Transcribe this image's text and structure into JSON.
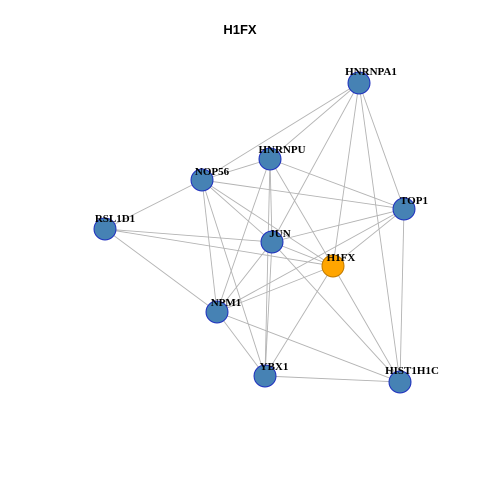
{
  "title": "H1FX",
  "colors": {
    "default_node": "#4682b4",
    "highlight_node": "#ffa500",
    "node_border": "#1f2fbf",
    "edge": "#b3b3b3"
  },
  "nodes": [
    {
      "id": "HNRNPA1",
      "label": "HNRNPA1",
      "highlight": false
    },
    {
      "id": "HNRNPU",
      "label": "HNRNPU",
      "highlight": false
    },
    {
      "id": "NOP56",
      "label": "NOP56",
      "highlight": false
    },
    {
      "id": "TOP1",
      "label": "TOP1",
      "highlight": false
    },
    {
      "id": "RSL1D1",
      "label": "RSL1D1",
      "highlight": false
    },
    {
      "id": "JUN",
      "label": "JUN",
      "highlight": false
    },
    {
      "id": "H1FX",
      "label": "H1FX",
      "highlight": true
    },
    {
      "id": "NPM1",
      "label": "NPM1",
      "highlight": false
    },
    {
      "id": "YBX1",
      "label": "YBX1",
      "highlight": false
    },
    {
      "id": "HIST1H1C",
      "label": "HIST1H1C",
      "highlight": false
    }
  ],
  "edges": [
    [
      "HNRNPA1",
      "HNRNPU"
    ],
    [
      "HNRNPA1",
      "NOP56"
    ],
    [
      "HNRNPA1",
      "TOP1"
    ],
    [
      "HNRNPA1",
      "JUN"
    ],
    [
      "HNRNPA1",
      "H1FX"
    ],
    [
      "HNRNPA1",
      "HIST1H1C"
    ],
    [
      "HNRNPU",
      "NOP56"
    ],
    [
      "HNRNPU",
      "TOP1"
    ],
    [
      "HNRNPU",
      "H1FX"
    ],
    [
      "HNRNPU",
      "NPM1"
    ],
    [
      "HNRNPU",
      "YBX1"
    ],
    [
      "HNRNPU",
      "JUN"
    ],
    [
      "NOP56",
      "RSL1D1"
    ],
    [
      "NOP56",
      "TOP1"
    ],
    [
      "NOP56",
      "JUN"
    ],
    [
      "NOP56",
      "H1FX"
    ],
    [
      "NOP56",
      "NPM1"
    ],
    [
      "NOP56",
      "YBX1"
    ],
    [
      "RSL1D1",
      "JUN"
    ],
    [
      "RSL1D1",
      "H1FX"
    ],
    [
      "RSL1D1",
      "NPM1"
    ],
    [
      "TOP1",
      "JUN"
    ],
    [
      "TOP1",
      "H1FX"
    ],
    [
      "TOP1",
      "NPM1"
    ],
    [
      "TOP1",
      "HIST1H1C"
    ],
    [
      "JUN",
      "H1FX"
    ],
    [
      "JUN",
      "YBX1"
    ],
    [
      "JUN",
      "HIST1H1C"
    ],
    [
      "JUN",
      "NPM1"
    ],
    [
      "H1FX",
      "NPM1"
    ],
    [
      "H1FX",
      "YBX1"
    ],
    [
      "H1FX",
      "HIST1H1C"
    ],
    [
      "NPM1",
      "YBX1"
    ],
    [
      "NPM1",
      "HIST1H1C"
    ],
    [
      "YBX1",
      "HIST1H1C"
    ]
  ]
}
